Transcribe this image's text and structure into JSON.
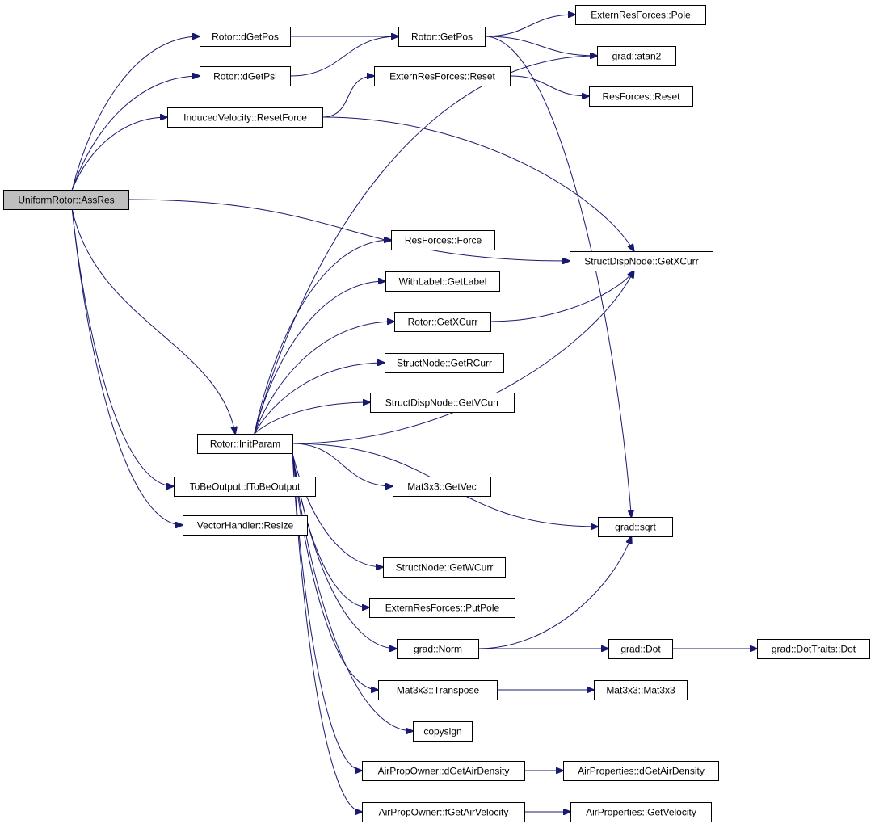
{
  "diagram": {
    "type": "call-graph",
    "colors": {
      "edge": "#191970",
      "node_border": "#000000",
      "node_fill": "#ffffff",
      "root_fill": "#bfbfbf"
    },
    "nodes": [
      {
        "id": "assres",
        "label": "UniformRotor::AssRes",
        "root": true
      },
      {
        "id": "dgetpos",
        "label": "Rotor::dGetPos"
      },
      {
        "id": "dgetpsi",
        "label": "Rotor::dGetPsi"
      },
      {
        "id": "resetforce",
        "label": "InducedVelocity::ResetForce"
      },
      {
        "id": "initparam",
        "label": "Rotor::InitParam"
      },
      {
        "id": "tobeoutput",
        "label": "ToBeOutput::fToBeOutput"
      },
      {
        "id": "vhresize",
        "label": "VectorHandler::Resize"
      },
      {
        "id": "getpos",
        "label": "Rotor::GetPos"
      },
      {
        "id": "erfreset",
        "label": "ExternResForces::Reset"
      },
      {
        "id": "erfpole",
        "label": "ExternResForces::Pole"
      },
      {
        "id": "atan2",
        "label": "grad::atan2"
      },
      {
        "id": "rfreset",
        "label": "ResForces::Reset"
      },
      {
        "id": "getxcurr",
        "label": "StructDispNode::GetXCurr"
      },
      {
        "id": "rfforce",
        "label": "ResForces::Force"
      },
      {
        "id": "getlabel",
        "label": "WithLabel::GetLabel"
      },
      {
        "id": "rotorgetxcurr",
        "label": "Rotor::GetXCurr"
      },
      {
        "id": "getrcurr",
        "label": "StructNode::GetRCurr"
      },
      {
        "id": "getvcurr",
        "label": "StructDispNode::GetVCurr"
      },
      {
        "id": "getvec",
        "label": "Mat3x3::GetVec"
      },
      {
        "id": "sqrt",
        "label": "grad::sqrt"
      },
      {
        "id": "getwcurr",
        "label": "StructNode::GetWCurr"
      },
      {
        "id": "putpole",
        "label": "ExternResForces::PutPole"
      },
      {
        "id": "norm",
        "label": "grad::Norm"
      },
      {
        "id": "dot",
        "label": "grad::Dot"
      },
      {
        "id": "dottraits",
        "label": "grad::DotTraits::Dot"
      },
      {
        "id": "transpose",
        "label": "Mat3x3::Transpose"
      },
      {
        "id": "mat3x3",
        "label": "Mat3x3::Mat3x3"
      },
      {
        "id": "copysign",
        "label": "copysign"
      },
      {
        "id": "dgetairdensity",
        "label": "AirPropOwner::dGetAirDensity"
      },
      {
        "id": "apdgetairdensity",
        "label": "AirProperties::dGetAirDensity"
      },
      {
        "id": "fgetairvelocity",
        "label": "AirPropOwner::fGetAirVelocity"
      },
      {
        "id": "apgetvelocity",
        "label": "AirProperties::GetVelocity"
      }
    ],
    "edges": [
      [
        "assres",
        "dgetpos"
      ],
      [
        "assres",
        "dgetpsi"
      ],
      [
        "assres",
        "resetforce"
      ],
      [
        "assres",
        "getxcurr"
      ],
      [
        "assres",
        "initparam"
      ],
      [
        "assres",
        "tobeoutput"
      ],
      [
        "assres",
        "vhresize"
      ],
      [
        "dgetpos",
        "getpos"
      ],
      [
        "dgetpsi",
        "getpos"
      ],
      [
        "getpos",
        "erfpole"
      ],
      [
        "getpos",
        "atan2"
      ],
      [
        "getpos",
        "sqrt"
      ],
      [
        "resetforce",
        "erfreset"
      ],
      [
        "resetforce",
        "getxcurr"
      ],
      [
        "erfreset",
        "rfreset"
      ],
      [
        "initparam",
        "atan2"
      ],
      [
        "initparam",
        "rfforce"
      ],
      [
        "initparam",
        "getlabel"
      ],
      [
        "initparam",
        "rotorgetxcurr"
      ],
      [
        "initparam",
        "getrcurr"
      ],
      [
        "initparam",
        "getvcurr"
      ],
      [
        "initparam",
        "getxcurr"
      ],
      [
        "initparam",
        "getvec"
      ],
      [
        "initparam",
        "sqrt"
      ],
      [
        "initparam",
        "getwcurr"
      ],
      [
        "initparam",
        "putpole"
      ],
      [
        "initparam",
        "norm"
      ],
      [
        "initparam",
        "transpose"
      ],
      [
        "initparam",
        "copysign"
      ],
      [
        "initparam",
        "dgetairdensity"
      ],
      [
        "initparam",
        "fgetairvelocity"
      ],
      [
        "rotorgetxcurr",
        "getxcurr"
      ],
      [
        "norm",
        "sqrt"
      ],
      [
        "norm",
        "dot"
      ],
      [
        "dot",
        "dottraits"
      ],
      [
        "transpose",
        "mat3x3"
      ],
      [
        "dgetairdensity",
        "apdgetairdensity"
      ],
      [
        "fgetairvelocity",
        "apgetvelocity"
      ]
    ]
  }
}
